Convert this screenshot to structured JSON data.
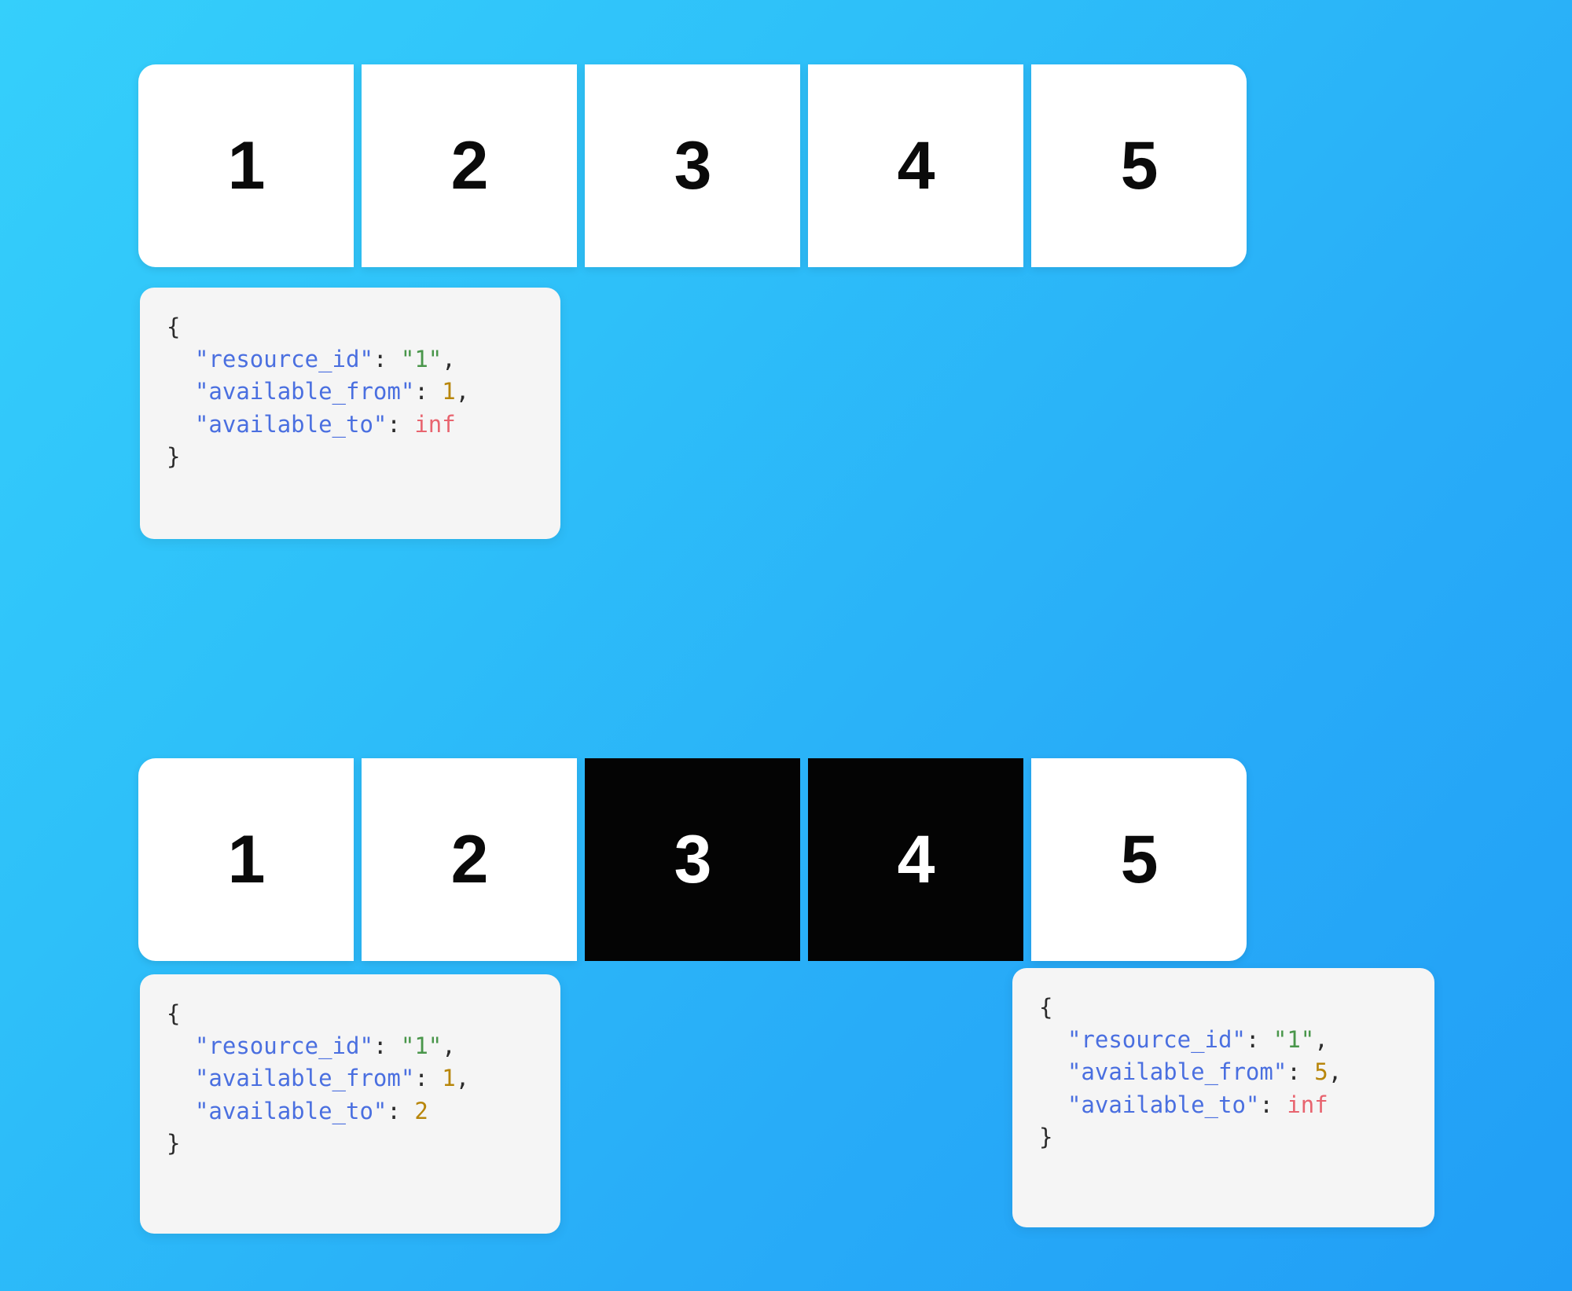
{
  "background": {
    "gradient_from": "#35cffb",
    "gradient_to": "#219ef6"
  },
  "colors": {
    "cell_free_bg": "#ffffff",
    "cell_free_text": "#0a0a0a",
    "cell_busy_bg": "#040404",
    "cell_busy_text": "#ffffff",
    "code_card_bg": "#f5f5f5",
    "token_key": "#4a6fe0",
    "token_string": "#49964a",
    "token_number": "#b8860b",
    "token_inf": "#e8646f",
    "token_punct": "#2b2b2b"
  },
  "rows": [
    {
      "id": "row-1",
      "cells": [
        {
          "label": "1",
          "state": "free"
        },
        {
          "label": "2",
          "state": "free"
        },
        {
          "label": "3",
          "state": "free"
        },
        {
          "label": "4",
          "state": "free"
        },
        {
          "label": "5",
          "state": "free"
        }
      ]
    },
    {
      "id": "row-2",
      "cells": [
        {
          "label": "1",
          "state": "free"
        },
        {
          "label": "2",
          "state": "free"
        },
        {
          "label": "3",
          "state": "busy"
        },
        {
          "label": "4",
          "state": "busy"
        },
        {
          "label": "5",
          "state": "free"
        }
      ]
    }
  ],
  "code_cards": [
    {
      "id": "code-card-1",
      "open_brace": "{",
      "close_brace": "}",
      "fields": [
        {
          "key": "\"resource_id\"",
          "colon": ": ",
          "value": "\"1\"",
          "value_type": "string",
          "trailing": ","
        },
        {
          "key": "\"available_from\"",
          "colon": ": ",
          "value": "1",
          "value_type": "number",
          "trailing": ","
        },
        {
          "key": "\"available_to\"",
          "colon": ": ",
          "value": "inf",
          "value_type": "inf",
          "trailing": ""
        }
      ]
    },
    {
      "id": "code-card-2",
      "open_brace": "{",
      "close_brace": "}",
      "fields": [
        {
          "key": "\"resource_id\"",
          "colon": ": ",
          "value": "\"1\"",
          "value_type": "string",
          "trailing": ","
        },
        {
          "key": "\"available_from\"",
          "colon": ": ",
          "value": "1",
          "value_type": "number",
          "trailing": ","
        },
        {
          "key": "\"available_to\"",
          "colon": ": ",
          "value": "2",
          "value_type": "number",
          "trailing": ""
        }
      ]
    },
    {
      "id": "code-card-3",
      "open_brace": "{",
      "close_brace": "}",
      "fields": [
        {
          "key": "\"resource_id\"",
          "colon": ": ",
          "value": "\"1\"",
          "value_type": "string",
          "trailing": ","
        },
        {
          "key": "\"available_from\"",
          "colon": ": ",
          "value": "5",
          "value_type": "number",
          "trailing": ","
        },
        {
          "key": "\"available_to\"",
          "colon": ": ",
          "value": "inf",
          "value_type": "inf",
          "trailing": ""
        }
      ]
    }
  ]
}
